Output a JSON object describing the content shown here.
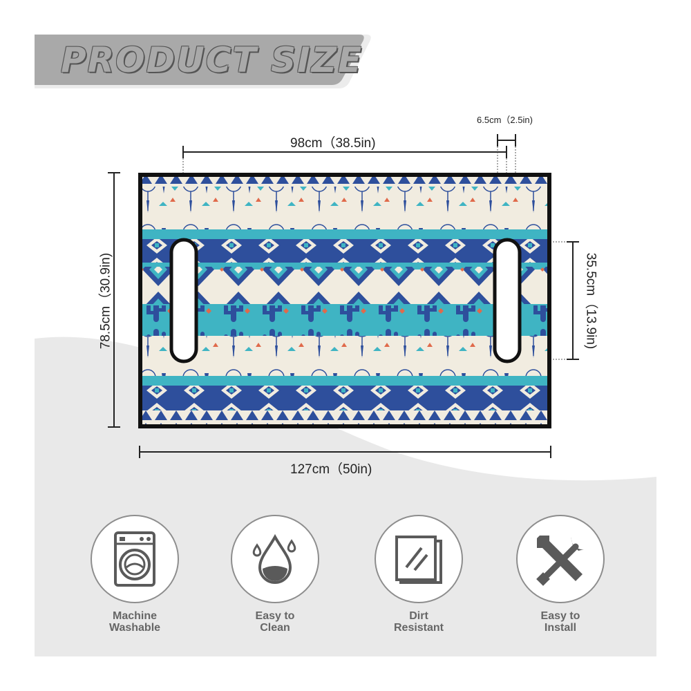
{
  "header": {
    "title": "PRODUCT SIZE"
  },
  "dimensions": {
    "inner_width": "98cm（38.5in)",
    "handle_width": "6.5cm（2.5in)",
    "total_width": "127cm（50in)",
    "height": "78.5cm（30.9in)",
    "handle_length": "35.5cm（13.9in)"
  },
  "features": [
    {
      "line1": "Machine",
      "line2": "Washable",
      "icon": "washing-machine-icon"
    },
    {
      "line1": "Easy to",
      "line2": "Clean",
      "icon": "water-drop-icon"
    },
    {
      "line1": "Dirt",
      "line2": "Resistant",
      "icon": "glass-panel-icon"
    },
    {
      "line1": "Easy to",
      "line2": "Install",
      "icon": "wrench-screwdriver-icon"
    }
  ],
  "colors": {
    "banner_gray": "#a9a9a9",
    "pattern_navy": "#2e4f9c",
    "pattern_teal": "#3fb4c3",
    "pattern_cream": "#f1ece0",
    "footer_gray": "#e9e9e9"
  }
}
